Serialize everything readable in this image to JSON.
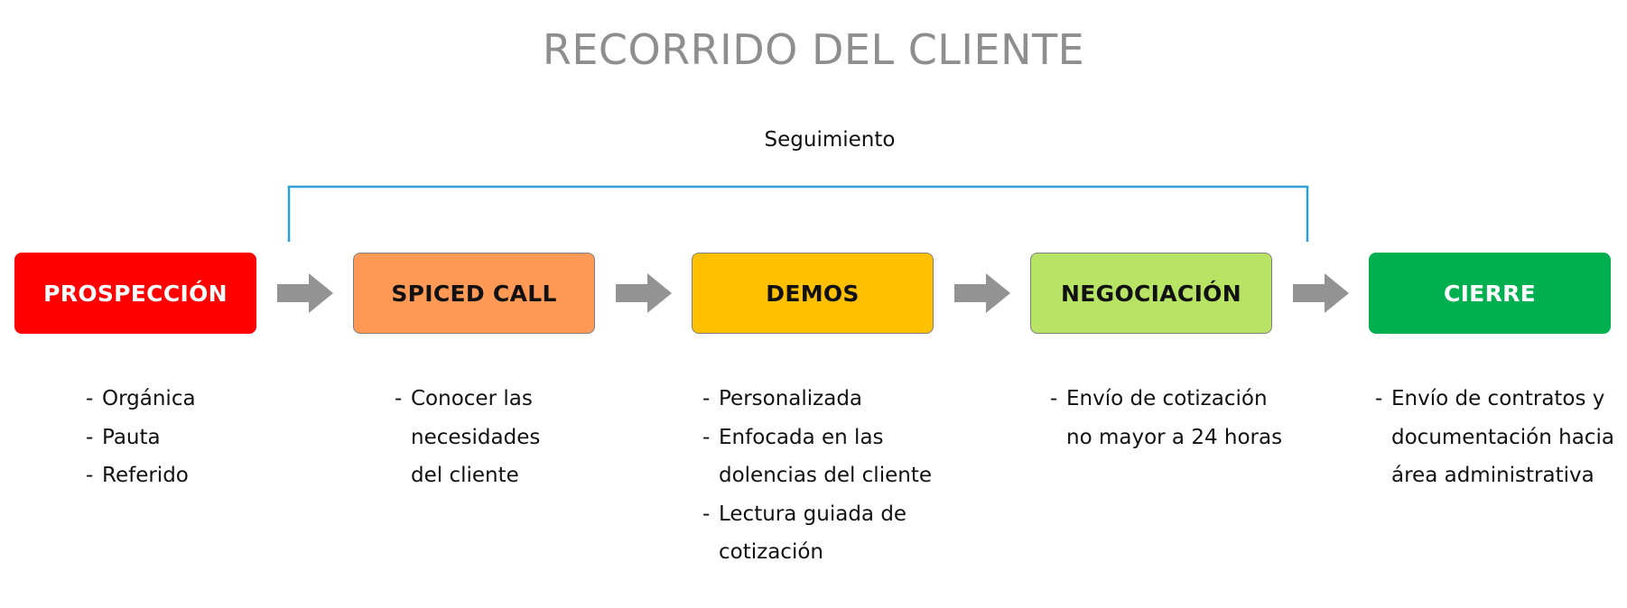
{
  "title": "RECORRIDO DEL CLIENTE",
  "followup": {
    "label": "Seguimiento",
    "line_color": "#2e9fd9"
  },
  "arrow_color": "#939393",
  "stages": [
    {
      "label": "PROSPECCIÓN",
      "fill": "#ff0000",
      "text_color": "#ffffff",
      "bullets": [
        [
          "Orgánica"
        ],
        [
          "Pauta"
        ],
        [
          "Referido"
        ]
      ]
    },
    {
      "label": "SPICED CALL",
      "fill": "#ff9955",
      "text_color": "#111111",
      "bullets": [
        [
          "Conocer las",
          "necesidades",
          "del cliente"
        ]
      ]
    },
    {
      "label": "DEMOS",
      "fill": "#ffc000",
      "text_color": "#111111",
      "bullets": [
        [
          "Personalizada"
        ],
        [
          "Enfocada en las",
          "dolencias del cliente"
        ],
        [
          "Lectura guiada de",
          "cotización"
        ]
      ]
    },
    {
      "label": "NEGOCIACIÓN",
      "fill": "#b8e466",
      "text_color": "#111111",
      "bullets": [
        [
          "Envío de cotización",
          "no mayor a 24 horas"
        ]
      ]
    },
    {
      "label": "CIERRE",
      "fill": "#00b050",
      "text_color": "#ffffff",
      "bullets": [
        [
          "Envío de contratos y",
          "documentación hacia",
          "área administrativa"
        ]
      ]
    }
  ]
}
